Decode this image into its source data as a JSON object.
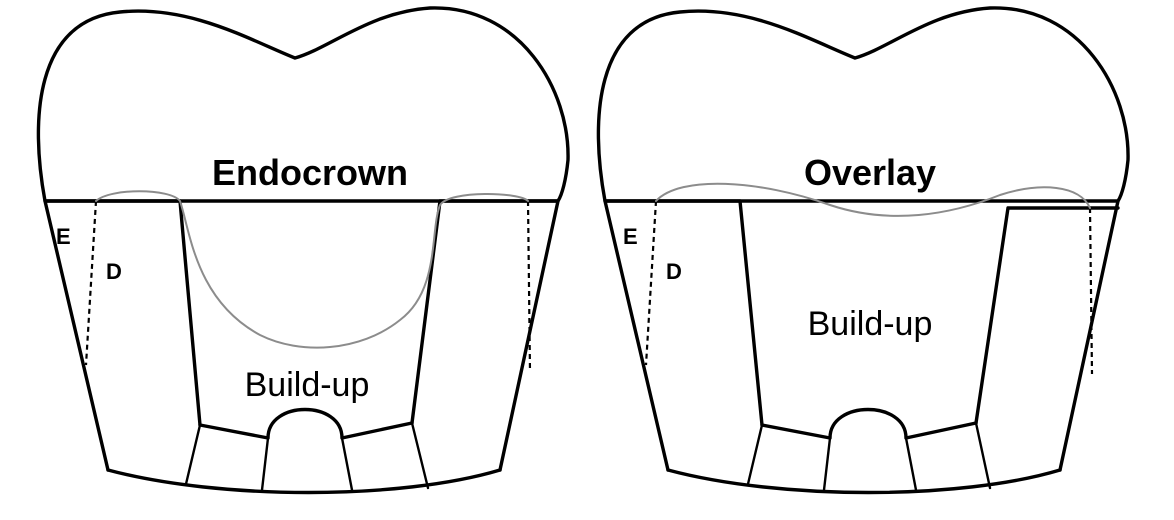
{
  "panels": [
    {
      "id": "endocrown",
      "title": "Endocrown",
      "build_up_label": "Build-up",
      "enamel_label": "E",
      "dentin_label": "D"
    },
    {
      "id": "overlay",
      "title": "Overlay",
      "build_up_label": "Build-up",
      "enamel_label": "E",
      "dentin_label": "D"
    }
  ],
  "colors": {
    "outline": "#000000",
    "restoration_interface": "#8c8c8c",
    "background": "#ffffff"
  }
}
